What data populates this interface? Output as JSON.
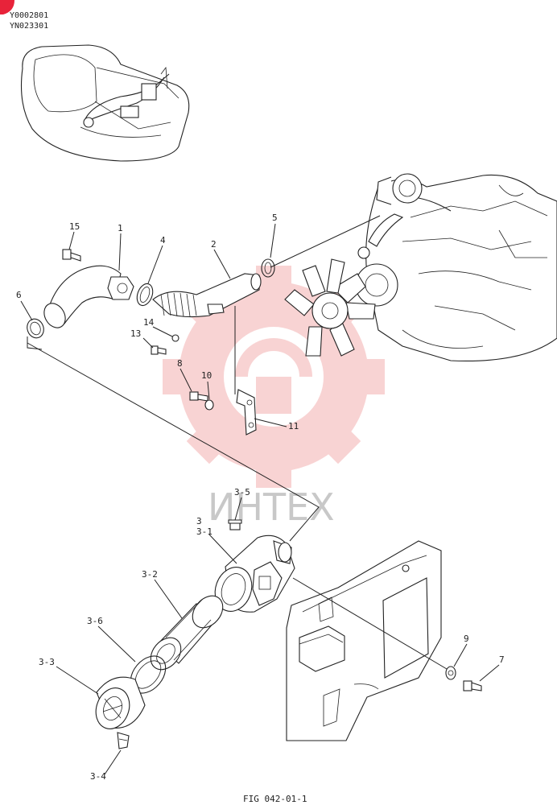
{
  "header": {
    "code_1": "Y0002801",
    "code_2": "YN023301"
  },
  "watermark": {
    "text": "ИНТЕХ",
    "logo_color": "#e23c3c"
  },
  "callouts": {
    "c15": "15",
    "c1": "1",
    "c4": "4",
    "c2": "2",
    "c5": "5",
    "c6": "6",
    "c14": "14",
    "c13": "13",
    "c8": "8",
    "c10": "10",
    "c11": "11",
    "c3_5": "3-5",
    "c3": "3",
    "c3_1": "3-1",
    "c3_2": "3-2",
    "c3_6": "3-6",
    "c3_3": "3-3",
    "c3_4": "3-4",
    "c9": "9",
    "c7": "7"
  },
  "footer": {
    "figure": "FIG 042-01-1"
  }
}
